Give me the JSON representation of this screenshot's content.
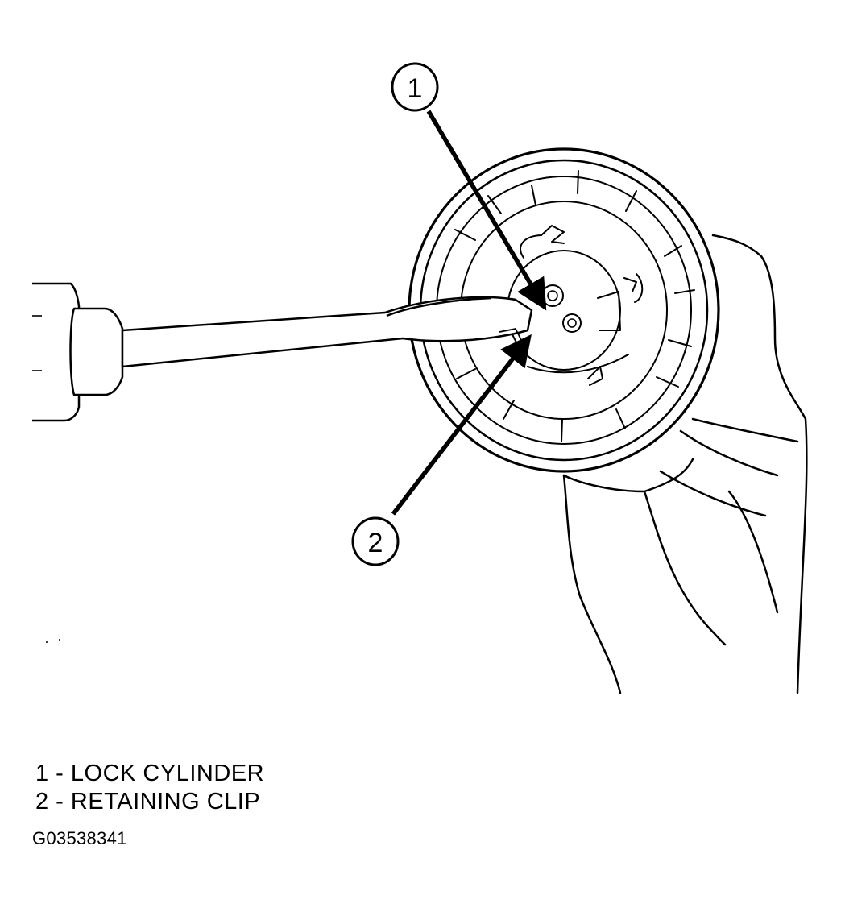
{
  "callouts": [
    {
      "number": "1",
      "label": "LOCK CYLINDER"
    },
    {
      "number": "2",
      "label": "RETAINING CLIP"
    }
  ],
  "legend": [
    "1 - LOCK CYLINDER",
    "2 - RETAINING CLIP"
  ],
  "figure_id": "G03538341",
  "colors": {
    "line": "#000000",
    "background": "#ffffff"
  }
}
